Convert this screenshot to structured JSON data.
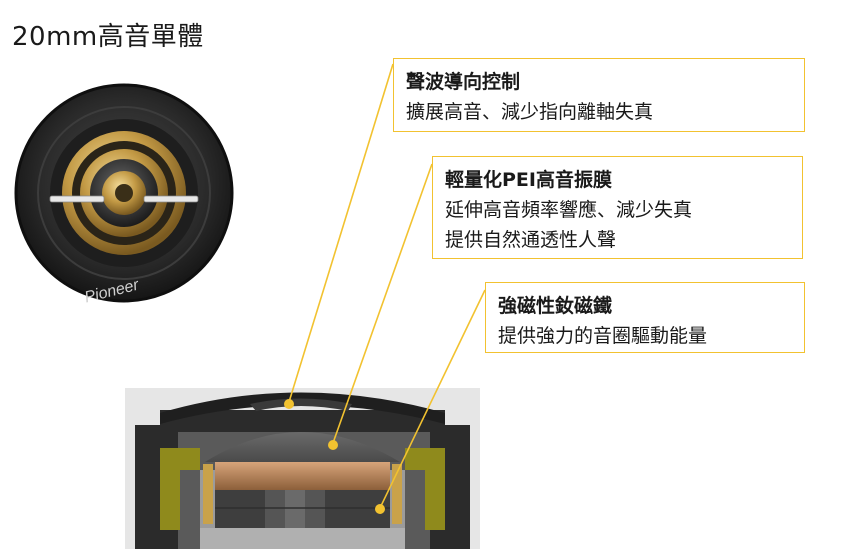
{
  "title": "20mm高音單體",
  "brand": "Pioneer",
  "callouts": [
    {
      "heading": "聲波導向控制",
      "lines": [
        "擴展高音、減少指向離軸失真"
      ]
    },
    {
      "heading": "輕量化PEI高音振膜",
      "lines": [
        "延伸高音頻率響應、減少失真",
        "提供自然通透性人聲"
      ]
    },
    {
      "heading": "強磁性釹磁鐵",
      "lines": [
        "提供強力的音圈驅動能量"
      ]
    }
  ],
  "colors": {
    "accent": "#f2c230",
    "housing": "#2b2b2b",
    "copper": "#b9875a",
    "brass": "#c9a24a",
    "olive": "#8f8a1c"
  }
}
